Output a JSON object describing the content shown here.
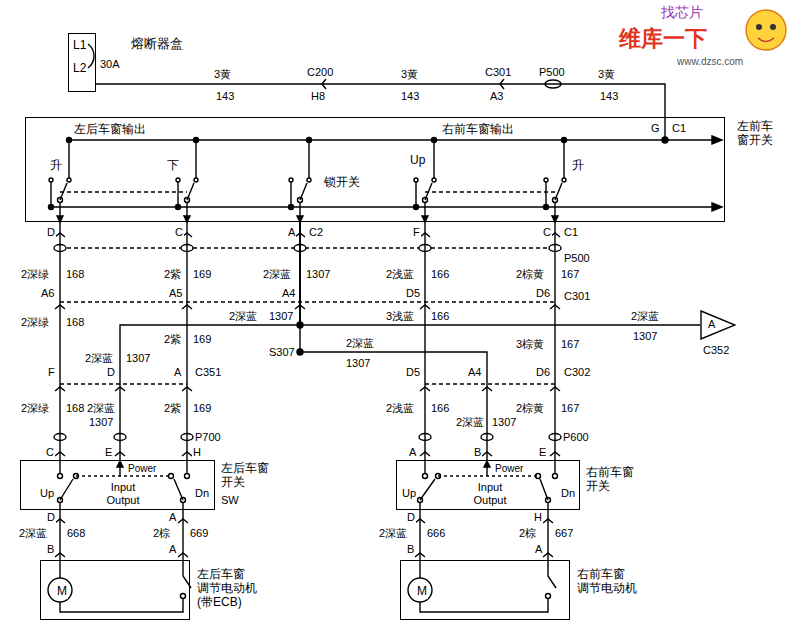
{
  "diagram": {
    "nodes": [
      {
        "text": [
          "L1",
          "L2"
        ]
      },
      {
        "text": [
          "左后车窗输出",
          "右前车窗输出",
          "升",
          "下",
          "锁开关",
          "Up",
          "升"
        ]
      },
      {
        "text": [
          "A"
        ]
      },
      {
        "text": [
          "Power",
          "Input Output",
          "Up",
          "Dn"
        ]
      },
      {
        "text": [
          "Power",
          "Input Output",
          "Up",
          "Dn"
        ]
      },
      {
        "text": [
          "M"
        ]
      },
      {
        "text": [
          "M"
        ]
      }
    ],
    "edges": [
      {
        "from": 0,
        "to": 1,
        "arrow": "none"
      },
      {
        "from": 1,
        "to": 3,
        "arrow": "none"
      },
      {
        "from": 1,
        "to": 3,
        "arrow": "none"
      },
      {
        "from": 1,
        "to": 3,
        "arrow": "none"
      },
      {
        "from": 1,
        "to": 2,
        "arrow": "none"
      },
      {
        "from": 1,
        "to": 4,
        "arrow": "none"
      },
      {
        "from": 1,
        "to": 4,
        "arrow": "none"
      },
      {
        "from": 1,
        "to": 4,
        "arrow": "none"
      },
      {
        "from": 3,
        "to": 5,
        "arrow": "none"
      },
      {
        "from": 3,
        "to": 5,
        "arrow": "none"
      },
      {
        "from": 4,
        "to": 6,
        "arrow": "none"
      },
      {
        "from": 4,
        "to": 6,
        "arrow": "none"
      }
    ],
    "labels": [
      "熔断器盒",
      "30A",
      "3黄",
      "143",
      "C200",
      "H8",
      "3黄",
      "143",
      "C301",
      "A3",
      "P500",
      "3黄",
      "143",
      "G",
      "C1",
      "左前车窗开关",
      "D",
      "C",
      "A",
      "C2",
      "F",
      "C",
      "C1",
      "2深绿",
      "168",
      "2紫",
      "169",
      "2深蓝",
      "1307",
      "2浅蓝",
      "166",
      "2棕黄",
      "167",
      "P500",
      "A6",
      "A5",
      "A4",
      "D5",
      "D6",
      "C301",
      "2深绿",
      "168",
      "2深蓝",
      "1307",
      "3浅蓝",
      "166",
      "2深蓝",
      "1307",
      "C352",
      "2紫",
      "169",
      "S307",
      "2深蓝",
      "1307",
      "3棕黄",
      "167",
      "2深蓝",
      "1307",
      "F",
      "D",
      "A",
      "C351",
      "D5",
      "A4",
      "D6",
      "C302",
      "2深绿",
      "168",
      "2深蓝",
      "1307",
      "2紫",
      "169",
      "2浅蓝",
      "166",
      "2深蓝",
      "1307",
      "2棕黄",
      "167",
      "P700",
      "P600",
      "C",
      "E",
      "H",
      "A",
      "B",
      "E",
      "左后车窗开关",
      "SW",
      "右前车窗开关",
      "D",
      "A",
      "D",
      "H",
      "2深蓝",
      "668",
      "2棕",
      "669",
      "2深蓝",
      "666",
      "2棕",
      "667",
      "B",
      "A",
      "B",
      "A",
      "左后车窗 调节电动机 (带ECB)",
      "右前车窗 调节电动机",
      "找芯片",
      "维库一下",
      "www.dzsc.com"
    ]
  }
}
